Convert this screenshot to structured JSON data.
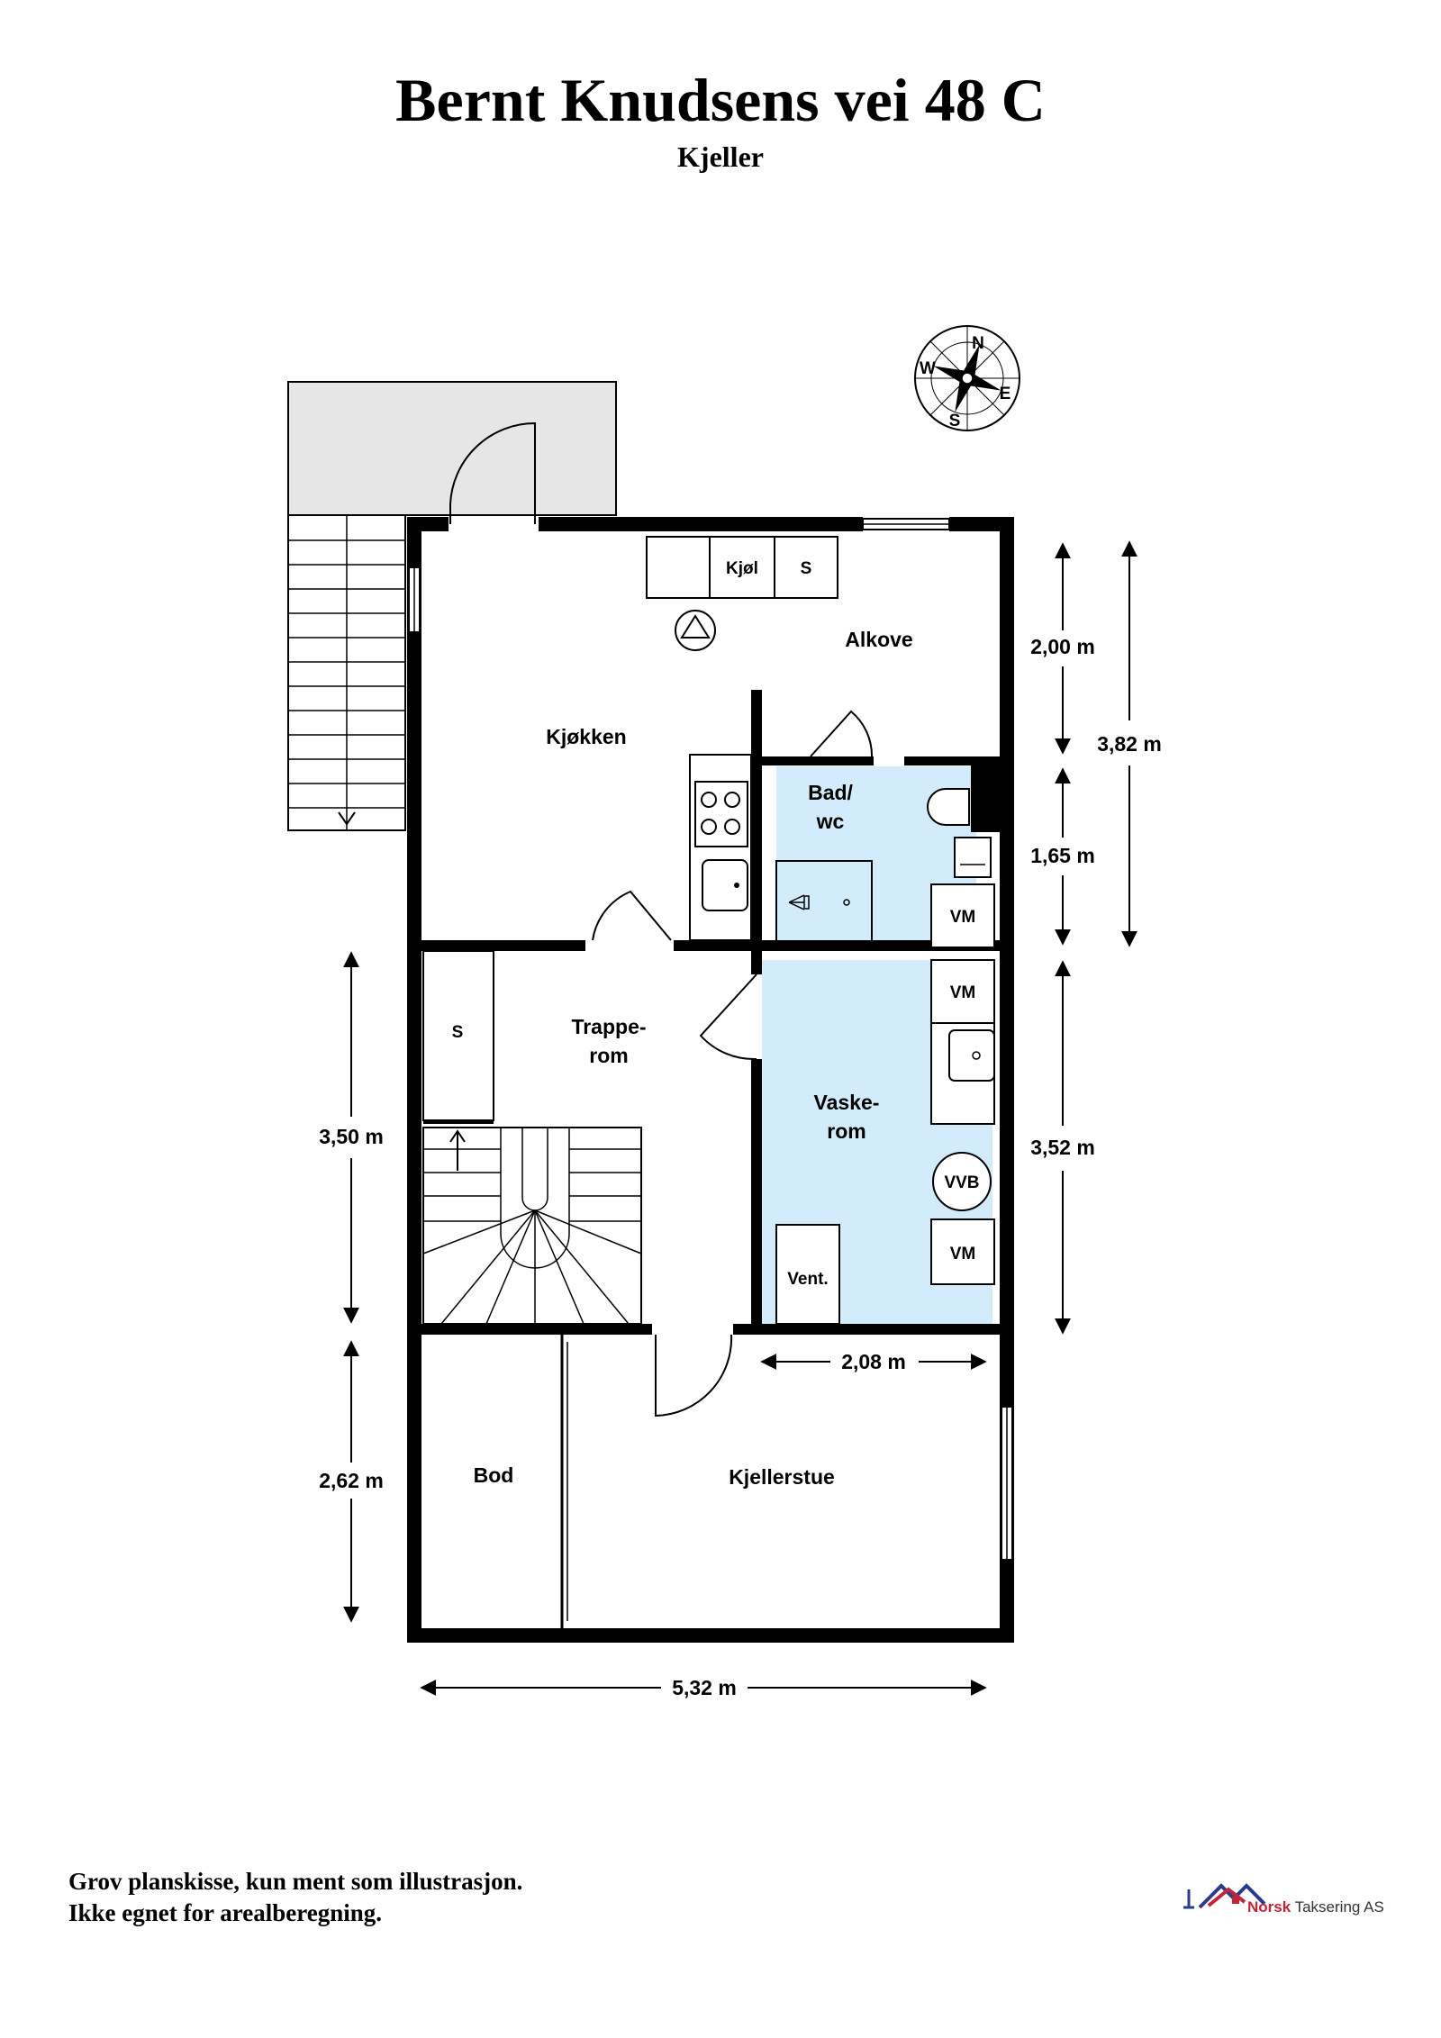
{
  "header": {
    "title": "Bernt Knudsens vei 48 C",
    "subtitle": "Kjeller"
  },
  "rooms": {
    "kjokken": "Kjøkken",
    "alkove": "Alkove",
    "bad_line1": "Bad/",
    "bad_line2": "wc",
    "trapperom_line1": "Trappe-",
    "trapperom_line2": "rom",
    "vaskerom_line1": "Vaske-",
    "vaskerom_line2": "rom",
    "bod": "Bod",
    "kjellerstue": "Kjellerstue"
  },
  "fixtures": {
    "kjol": "Kjøl",
    "s_top": "S",
    "s_stair": "S",
    "vm_bad": "VM",
    "vm_vask1": "VM",
    "vm_vask2": "VM",
    "vvb": "VVB",
    "vent": "Vent."
  },
  "dimensions": {
    "d200": "2,00 m",
    "d382": "3,82 m",
    "d165": "1,65 m",
    "d350": "3,50 m",
    "d352": "3,52 m",
    "d208": "2,08 m",
    "d262": "2,62 m",
    "d532": "5,32 m"
  },
  "compass": {
    "n": "N",
    "e": "E",
    "s": "S",
    "w": "W"
  },
  "disclaimer": {
    "line1": "Grov planskisse, kun ment som illustrasjon.",
    "line2": "Ikke egnet for arealberegning."
  },
  "logo": {
    "bold": "Norsk",
    "rest": " Taksering AS"
  },
  "colors": {
    "wet_room": "#d3ecfb",
    "terrace": "#e6e6e6",
    "wall": "#000000"
  }
}
